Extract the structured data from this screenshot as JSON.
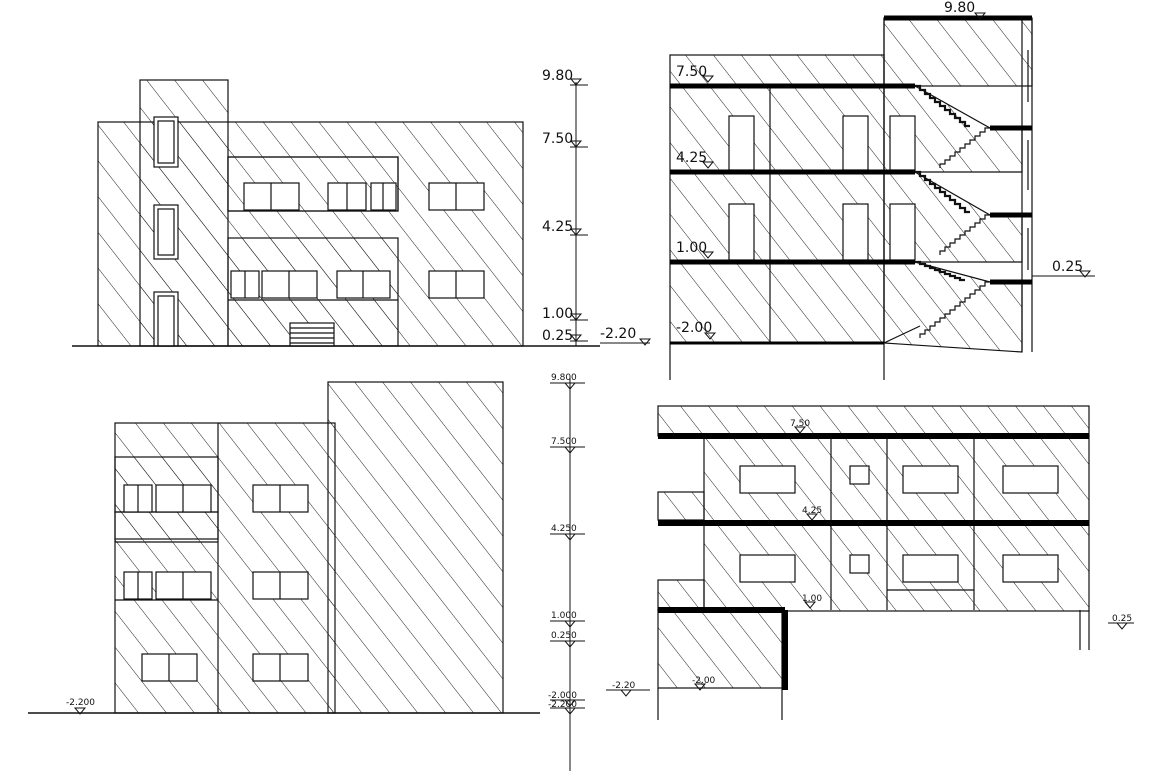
{
  "elevations": {
    "front": [
      "9.80",
      "7.50",
      "4.25",
      "1.00",
      "0.25"
    ],
    "rear": [
      "9.800",
      "7.500",
      "4.250",
      "1.000",
      "0.250",
      "-2.000",
      "-2.200",
      "-2.200"
    ]
  },
  "section_a": [
    "9.80",
    "7.50",
    "4.25",
    "1.00",
    "-2.20",
    "-2.00",
    "0.25"
  ],
  "section_b": [
    "7.50",
    "4.25",
    "1.00",
    "-2.20",
    "-2.00",
    "0.25"
  ],
  "colors": {
    "line": "#111111",
    "slab": "#000000",
    "background": "#ffffff"
  }
}
